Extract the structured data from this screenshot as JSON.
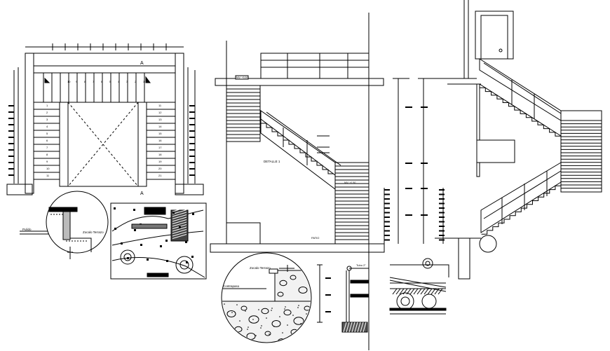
{
  "drawing": {
    "plan": {
      "section_mark_top": "A",
      "section_mark_bottom": "A",
      "left_steps": [
        "1",
        "2",
        "3",
        "4",
        "5",
        "6",
        "7",
        "8",
        "9",
        "10",
        "11"
      ],
      "right_steps": [
        "11",
        "12",
        "13",
        "14",
        "15",
        "16",
        "17",
        "18",
        "19",
        "20",
        "21"
      ],
      "top_steps": [
        "10",
        "9",
        "8",
        "7",
        "6",
        "5",
        "4",
        "3",
        "2",
        "1"
      ]
    },
    "section": {
      "detail_label": "DETALLE 1",
      "floor_label": "PATIO",
      "level_tag_top": "NIV. +3.00",
      "level_tag_mid": "NIV. +1.50"
    },
    "detail_circle_left": {
      "label_tile": "Zocalo Terrazo",
      "label_finish": "Pulido"
    },
    "detail_circle_bottom": {
      "label_tread": "Zocalo Terrazo",
      "label_base": "Contrapaso"
    },
    "railing_detail": {
      "label_pipe": "Tubo 2\""
    }
  }
}
